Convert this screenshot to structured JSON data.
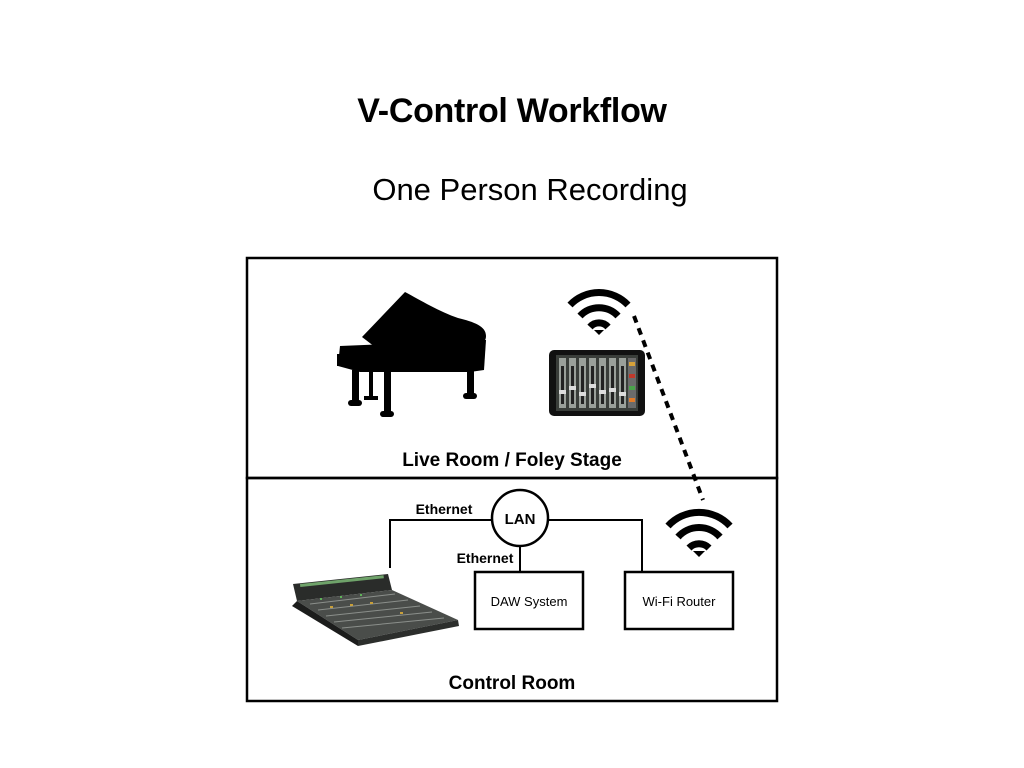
{
  "slide": {
    "title": "V-Control Workflow",
    "subtitle": "One Person Recording"
  },
  "live_room": {
    "label": "Live Room / Foley Stage"
  },
  "control_room": {
    "label": "Control Room",
    "lan_label": "LAN",
    "ethernet_label_left": "Ethernet",
    "ethernet_label_center": "Ethernet",
    "daw_label": "DAW System",
    "router_label": "Wi-Fi Router"
  },
  "icons": {
    "piano": "grand-piano-icon",
    "tablet": "ipad-mixer-app-icon",
    "wifi_top": "wifi-icon",
    "wifi_bottom": "wifi-icon",
    "console": "mixing-console-icon"
  },
  "colors": {
    "line": "#000000",
    "background": "#ffffff"
  }
}
